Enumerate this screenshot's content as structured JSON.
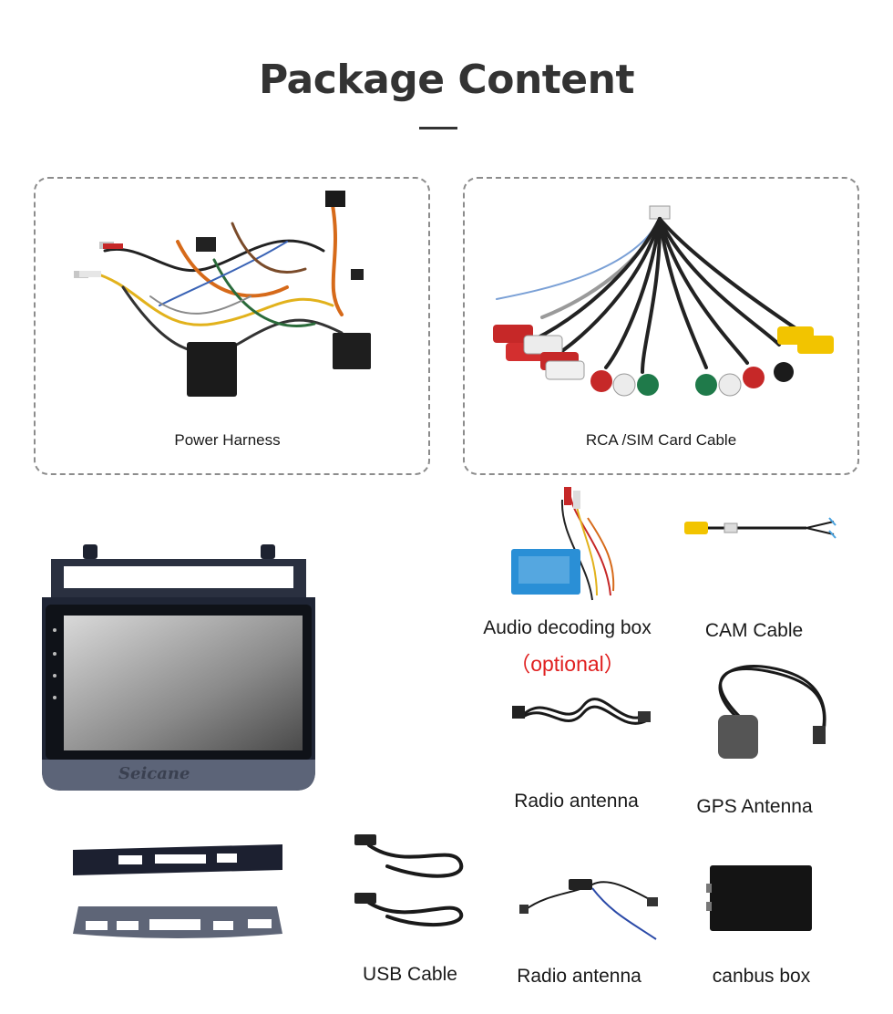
{
  "header": {
    "title": "Package Content"
  },
  "items": {
    "power_harness": "Power Harness",
    "rca_cable": "RCA /SIM Card Cable",
    "audio_box": "Audio decoding box",
    "audio_box_note": "（optional）",
    "cam_cable": "CAM Cable",
    "radio_antenna_1": "Radio antenna",
    "gps_antenna": "GPS Antenna",
    "usb_cable": "USB Cable",
    "radio_antenna_2": "Radio antenna",
    "canbus_box": "canbus box"
  },
  "unit": {
    "brand": "Seicane"
  }
}
